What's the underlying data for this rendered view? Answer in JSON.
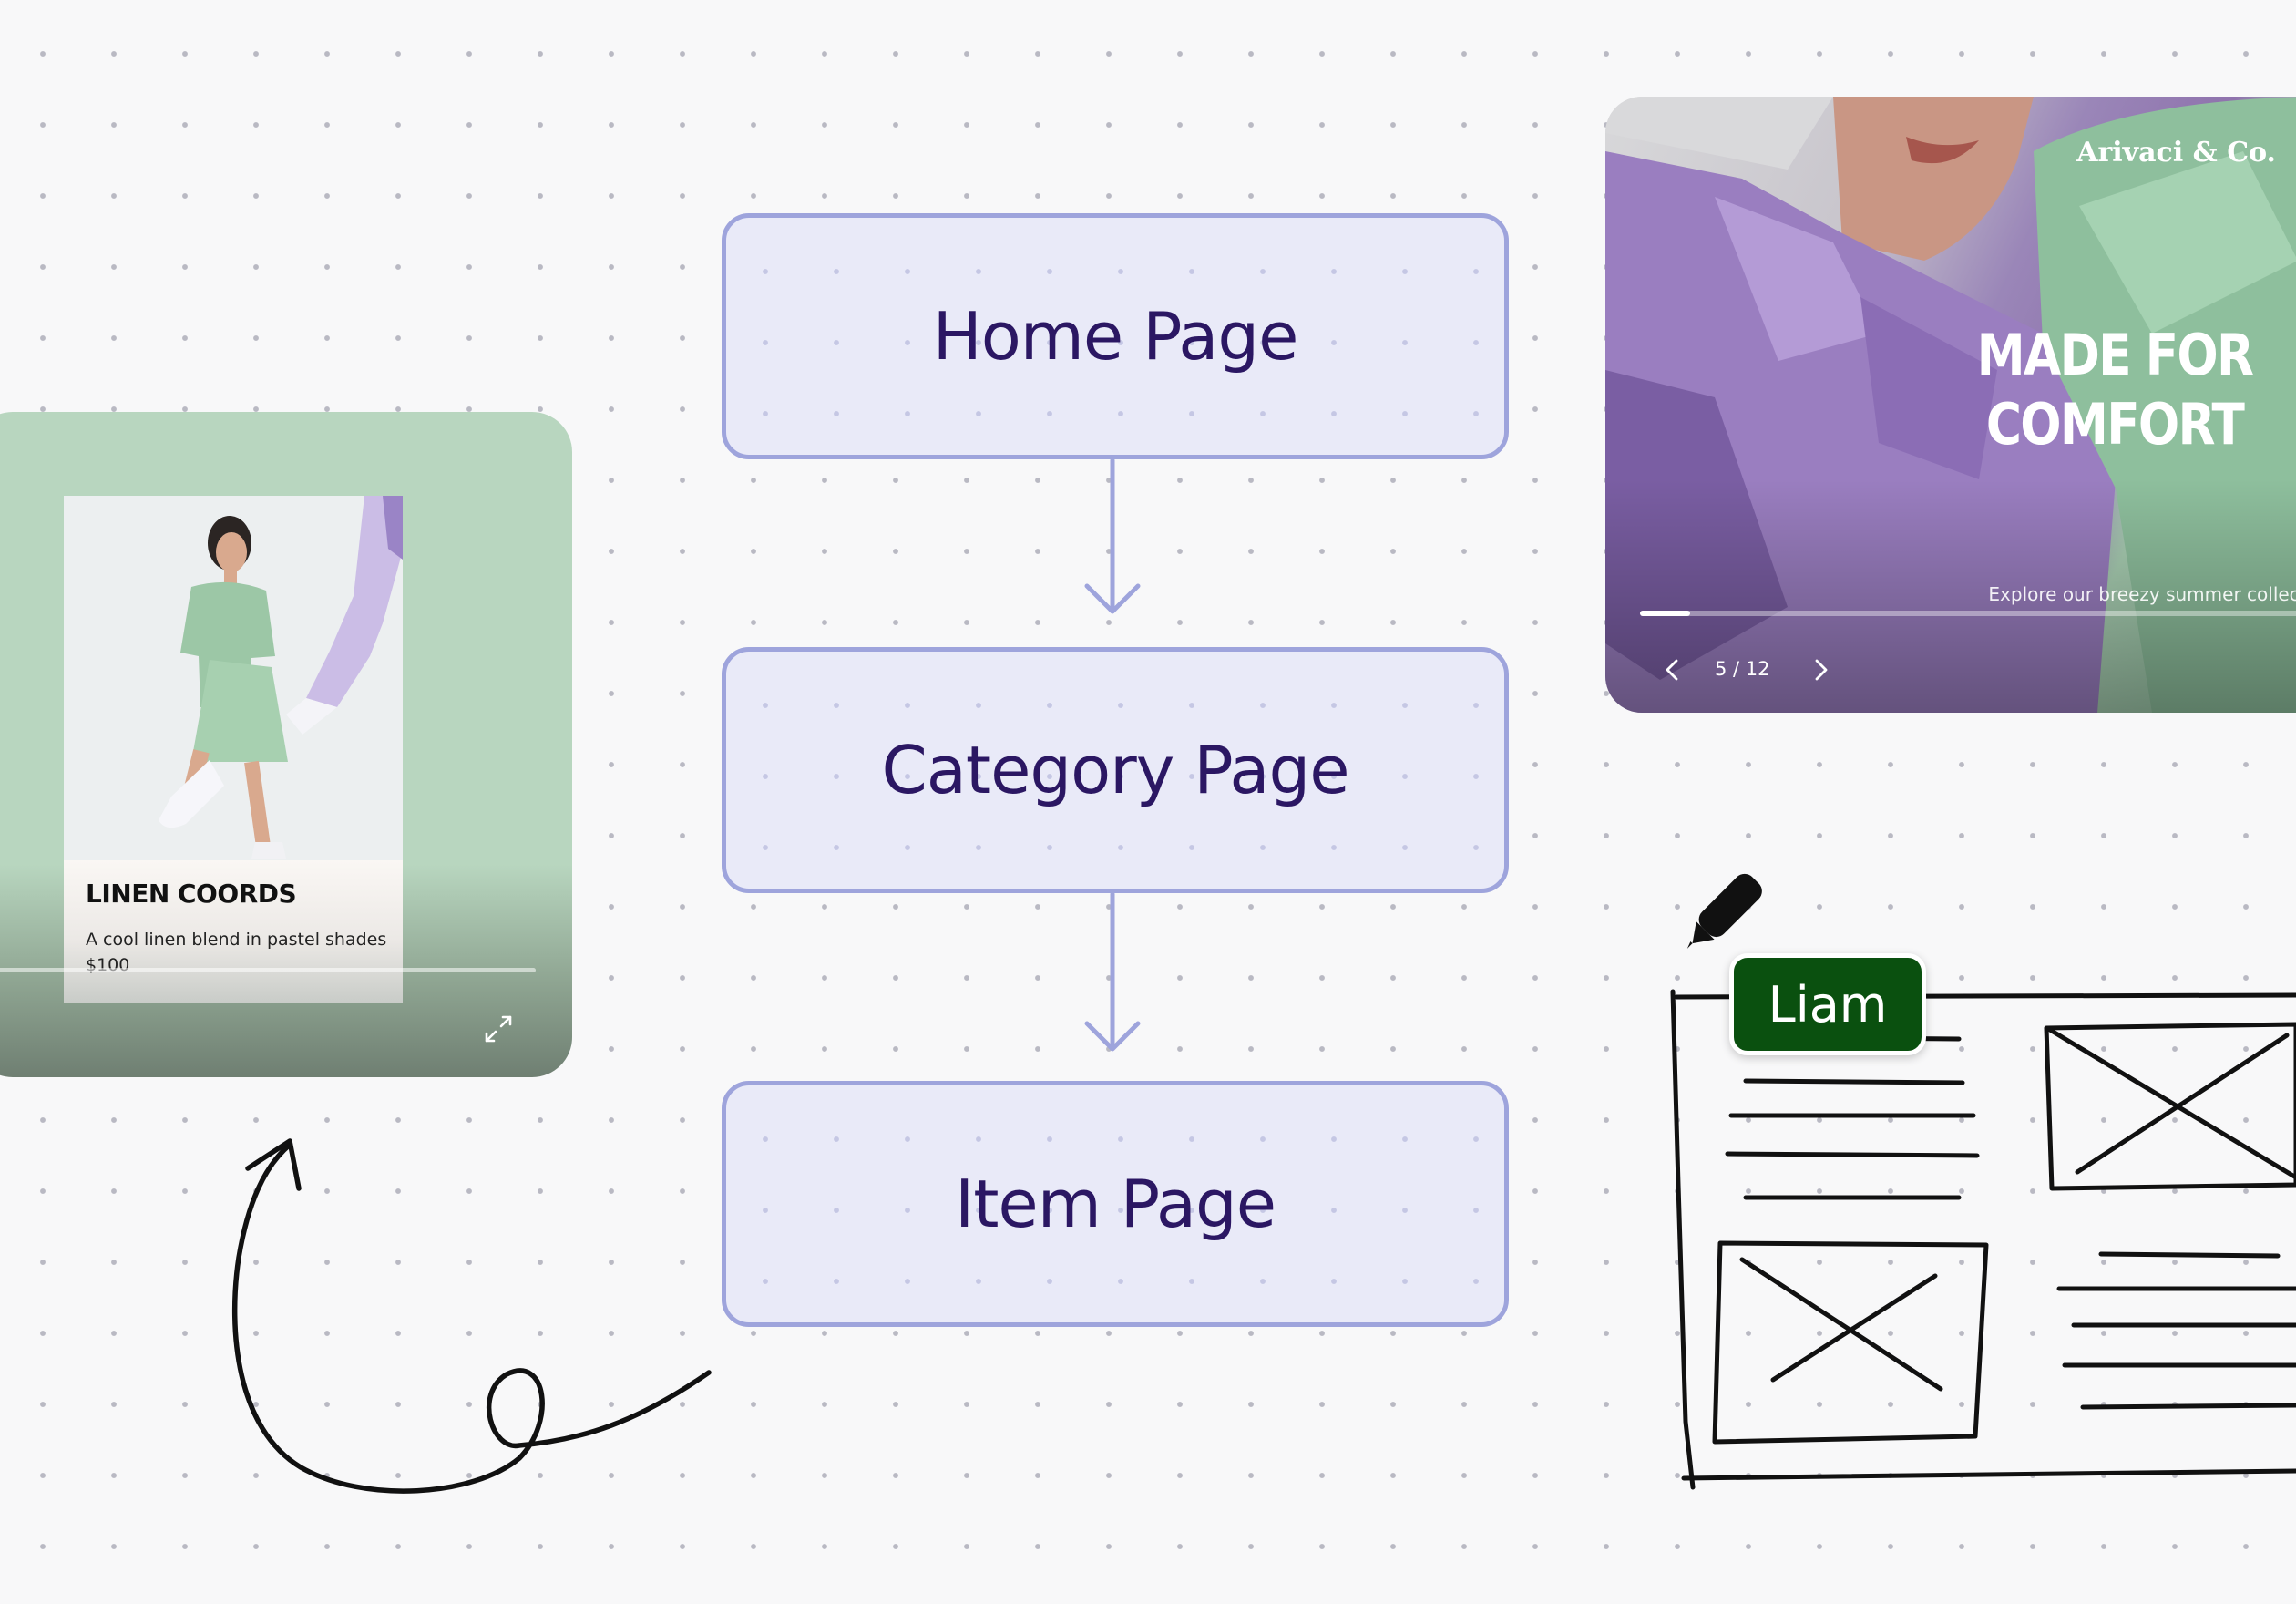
{
  "flow": {
    "nodes": [
      {
        "label": "Home Page"
      },
      {
        "label": "Category Page"
      },
      {
        "label": "Item Page"
      }
    ],
    "node_color": "#e9eaf8",
    "border_color": "#9ea4dc",
    "text_color": "#2b1763"
  },
  "product_card": {
    "title": "LINEN COORDS",
    "description": "A cool linen blend in pastel shades",
    "price": "$100",
    "background": "#b8d6bf"
  },
  "hero_card": {
    "brand": "Arivaci & Co.",
    "headline_line1": "MADE FOR",
    "headline_line2": "COMFORT",
    "subtitle": "Explore our breezy summer collection",
    "counter": "5 / 12",
    "progress": 0.07
  },
  "collaborator": {
    "name": "Liam",
    "tag_color": "#0a500f"
  },
  "icons": {
    "expand": "expand-icon",
    "prev": "chevron-left-icon",
    "next": "chevron-right-icon",
    "pen": "pen-icon"
  }
}
